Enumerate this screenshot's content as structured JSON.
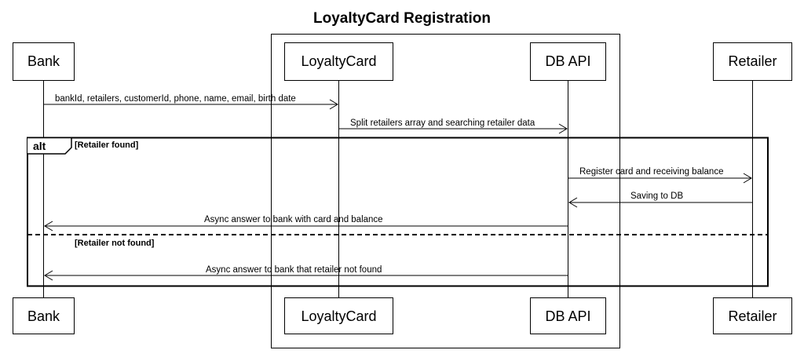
{
  "diagram": {
    "title": "LoyaltyCard Registration",
    "participants": [
      {
        "id": "bank",
        "label": "Bank"
      },
      {
        "id": "loyaltycard",
        "label": "LoyaltyCard"
      },
      {
        "id": "dbapi",
        "label": "DB API"
      },
      {
        "id": "retailer",
        "label": "Retailer"
      }
    ],
    "messages": [
      {
        "from": "bank",
        "to": "loyaltycard",
        "label": "bankId, retailers, customerId, phone, name, email, birth date"
      },
      {
        "from": "loyaltycard",
        "to": "dbapi",
        "label": "Split retailers array and searching retailer data"
      },
      {
        "from": "dbapi",
        "to": "retailer",
        "label": "Register card and receiving balance"
      },
      {
        "from": "retailer",
        "to": "dbapi",
        "label": "Saving to DB"
      },
      {
        "from": "dbapi",
        "to": "bank",
        "label": "Async answer to bank with card and balance"
      },
      {
        "from": "dbapi",
        "to": "bank",
        "label": "Async answer to bank that retailer not found"
      }
    ],
    "alt_fragment": {
      "operator": "alt",
      "conditions": [
        "[Retailer found]",
        "[Retailer not found]"
      ]
    }
  }
}
